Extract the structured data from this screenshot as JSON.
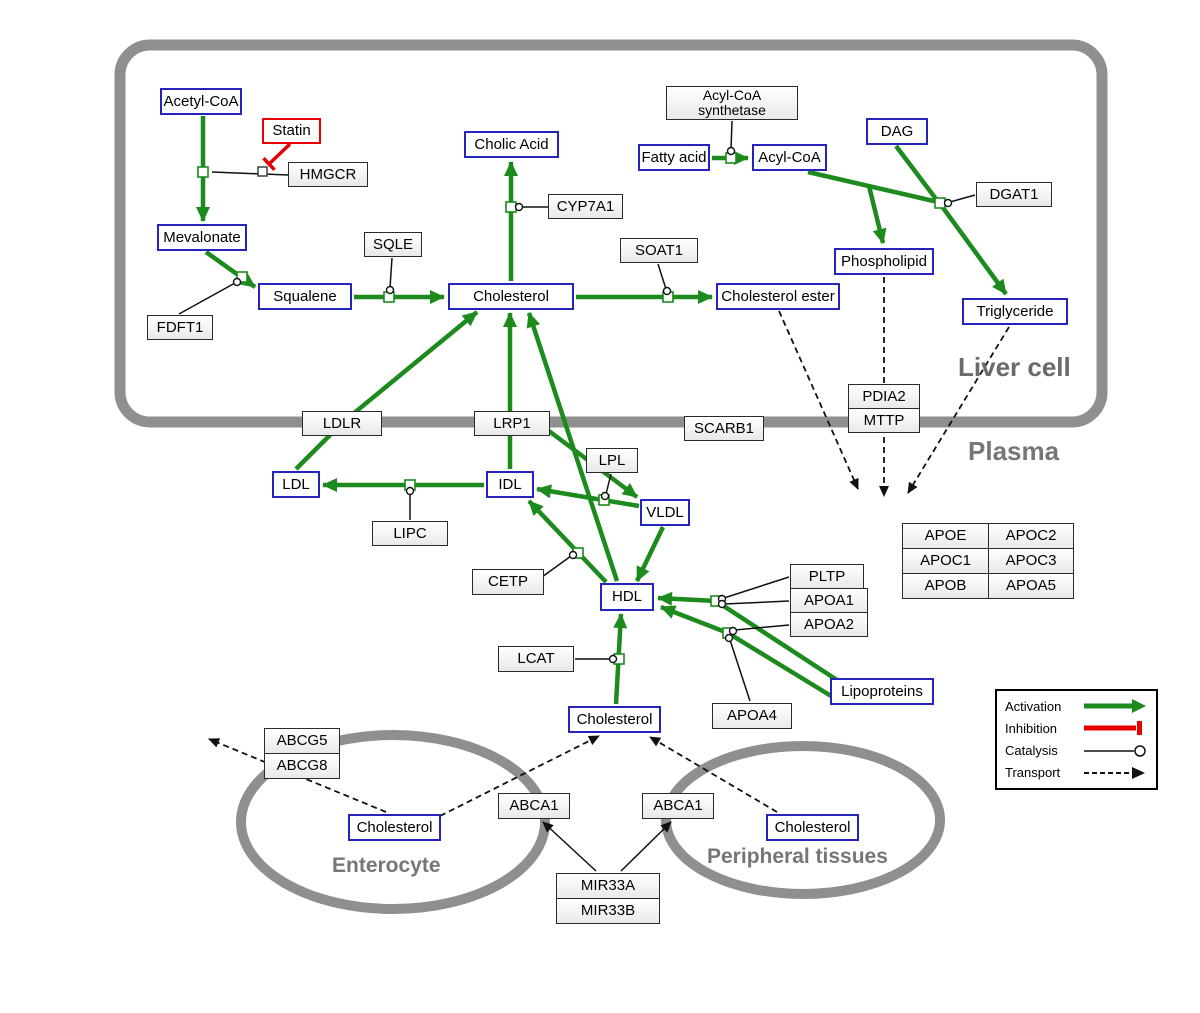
{
  "regions": {
    "liver": "Liver cell",
    "plasma": "Plasma",
    "enterocyte": "Enterocyte",
    "peripheral": "Peripheral tissues"
  },
  "nodes": {
    "acetyl_coa": "Acetyl-CoA",
    "statin": "Statin",
    "hmgcr": "HMGCR",
    "mevalonate": "Mevalonate",
    "fdft1": "FDFT1",
    "squalene": "Squalene",
    "sqle": "SQLE",
    "cholesterol_liver": "Cholesterol",
    "cholic_acid": "Cholic Acid",
    "cyp7a1": "CYP7A1",
    "soat1": "SOAT1",
    "cholesterol_ester": "Cholesterol ester",
    "acyl_coa_synthetase_l1": "Acyl-CoA",
    "acyl_coa_synthetase_l2": "synthetase",
    "fatty_acid": "Fatty acid",
    "acyl_coa": "Acyl-CoA",
    "dag": "DAG",
    "dgat1": "DGAT1",
    "phospholipid": "Phospholipid",
    "triglyceride": "Triglyceride",
    "ldlr": "LDLR",
    "lrp1": "LRP1",
    "scarb1": "SCARB1",
    "pdia2": "PDIA2",
    "mttp": "MTTP",
    "ldl": "LDL",
    "idl": "IDL",
    "lipc": "LIPC",
    "lpl": "LPL",
    "vldl": "VLDL",
    "cetp": "CETP",
    "hdl": "HDL",
    "pltp": "PLTP",
    "apoa1": "APOA1",
    "apoa2": "APOA2",
    "lcat": "LCAT",
    "apoa4": "APOA4",
    "lipoproteins": "Lipoproteins",
    "cholesterol_plasma": "Cholesterol",
    "apoe": "APOE",
    "apoc2": "APOC2",
    "apoc1": "APOC1",
    "apoc3": "APOC3",
    "apob": "APOB",
    "apoa5": "APOA5",
    "abcg5": "ABCG5",
    "abcg8": "ABCG8",
    "cholesterol_enterocyte": "Cholesterol",
    "abca1_enterocyte": "ABCA1",
    "abca1_peripheral": "ABCA1",
    "cholesterol_peripheral": "Cholesterol",
    "mir33a": "MIR33A",
    "mir33b": "MIR33B"
  },
  "legend": {
    "activation": "Activation",
    "inhibition": "Inhibition",
    "catalysis": "Catalysis",
    "transport": "Transport"
  },
  "colors": {
    "activation_green": "#1c8a1c",
    "inhibition_red": "#e60000",
    "metabolite_blue": "#2424bd",
    "membrane_gray": "#8f8f8f"
  }
}
